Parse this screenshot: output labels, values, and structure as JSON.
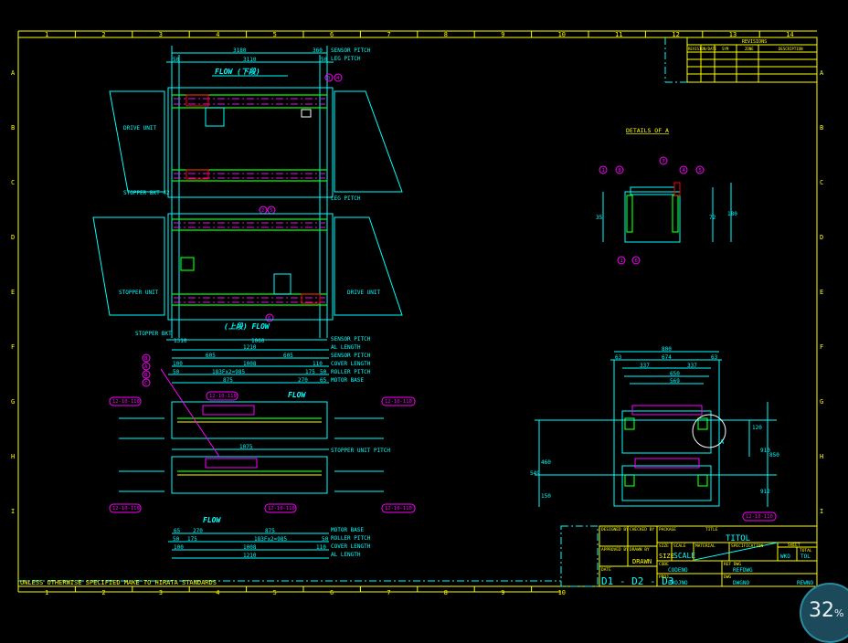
{
  "viewer": {
    "zoom_value": "32",
    "zoom_unit": "%"
  },
  "frame": {
    "columns_top": [
      "1",
      "2",
      "3",
      "4",
      "5",
      "6",
      "7",
      "8",
      "9",
      "10",
      "11",
      "12",
      "13",
      "14"
    ],
    "columns_bottom": [
      "1",
      "2",
      "3",
      "4",
      "5",
      "6",
      "7",
      "8",
      "9",
      "10"
    ],
    "rows": [
      "A",
      "B",
      "C",
      "D",
      "E",
      "F",
      "G",
      "H",
      "I"
    ],
    "note": "UNLESS OTHERWISE SPECIFIED MAKE TO HIRATA STANDARDS"
  },
  "revision_table": {
    "title": "REVISIONS",
    "headers": [
      "REVISION/DATE",
      "SYM",
      "ZONE",
      "DESCRIPTION"
    ]
  },
  "title_block": {
    "designed_by": "DESIGNED BY",
    "checked_by": "CHECKED BY",
    "approved_by": "APPROVED BY",
    "drawn_by": "DRAWN BY",
    "drawn": "DRAWN",
    "date_label": "DATE",
    "date_value": "D1 - D2 - D3",
    "package": "PACKAGE",
    "title_label": "TITLE",
    "title": "TITOL",
    "size_label": "SIZE",
    "size": "SIZE",
    "scale_label": "SCALE",
    "scale": "SCALE",
    "material": "MATERIAL",
    "specification": "SPECIFICATION",
    "sheet": "SHEET",
    "sheet_no": "WKO",
    "total": "TOTAL",
    "total_no": "TOL",
    "code_label": "CODE",
    "code": "CODENO",
    "ref_label": "REF DWG",
    "ref": "REFDWG",
    "proj_label": "PROJ",
    "proj": "PROJNO",
    "dwg_label": "DWG",
    "dwg": "DWGNO",
    "rev": "REWNO"
  },
  "plan_views": {
    "dims_top": [
      "3180",
      "3110",
      "50",
      "50",
      "360"
    ],
    "flow_top": "FLOW (下段)",
    "flow_bottom": "(上段) FLOW",
    "labels_right": [
      "SENSOR PITCH",
      "LEG PITCH",
      "LEG PITCH",
      "SENSOR PITCH"
    ],
    "drive_unit_1": "DRIVE UNIT",
    "drive_unit_2": "DRIVE UNIT",
    "stopper_unit_1": "STOPPER UNIT",
    "stopper_unit_2": "STOPPER UNIT",
    "stopper_note_1": "STOPPER BKT 42",
    "stopper_note_2": "STOPPER BKT",
    "balloons": [
      "3",
      "4",
      "2",
      "5",
      "6"
    ],
    "bottom_dims": [
      "1310",
      "1060"
    ]
  },
  "side_view": {
    "labels_right_top": [
      "AL LENGTH",
      "SENSOR PITCH",
      "COVER LENGTH",
      "ROLLER PITCH",
      "MOTOR BASE"
    ],
    "dims_top": [
      "1210",
      "605",
      "605",
      "100",
      "1008",
      "110",
      "50",
      "183Fx2=985",
      "175",
      "50",
      "875",
      "270",
      "65"
    ],
    "stopper_pitch": "STOPPER UNIT PITCH",
    "stopper_dim": "1075",
    "flow_1": "FLOW",
    "flow_2": "FLOW",
    "labels_right_bottom": [
      "MOTOR BASE",
      "ROLLER PITCH",
      "COVER LENGTH",
      "AL LENGTH"
    ],
    "dims_bottom": [
      "65",
      "270",
      "875",
      "50",
      "175",
      "183Fx2=985",
      "50",
      "100",
      "1008",
      "110",
      "1210"
    ],
    "balloons": [
      "B",
      "A",
      "B",
      "C"
    ],
    "tags": [
      "12-10-110",
      "12-10-110",
      "12-10-110",
      "12-10-110",
      "12-10-110",
      "12-10-110"
    ]
  },
  "detail_a": {
    "title": "DETAILS OF A",
    "balloons": [
      "1",
      "8",
      "4",
      "5",
      "7",
      "6",
      "1"
    ],
    "dims": [
      "35",
      "72",
      "180"
    ]
  },
  "end_view": {
    "dims": [
      "800",
      "63",
      "674",
      "63",
      "337",
      "337",
      "650",
      "569",
      "549",
      "460",
      "150",
      "850",
      "910",
      "912",
      "120"
    ],
    "label": "A",
    "tag": "12-10-110"
  }
}
